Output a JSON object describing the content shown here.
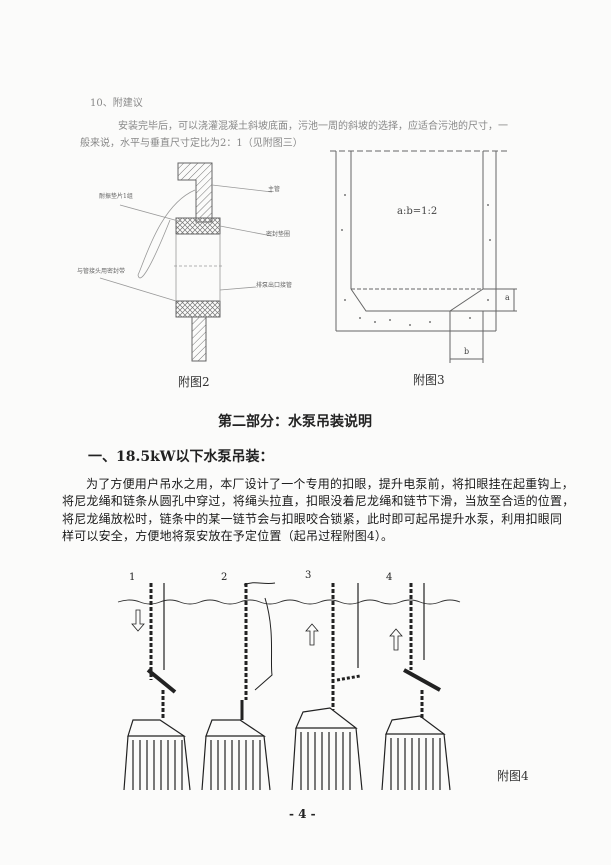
{
  "intro": {
    "heading": "10、附建议",
    "lines": [
      "安装完毕后，可以浇灌混凝土斜坡底面，污池一周的斜坡的选择，应适合污池的尺寸，一",
      "般来说，水平与垂直尺寸定比为2：1（见附图三）"
    ]
  },
  "figure2": {
    "labels": [
      "主管",
      "耐振垫片1组",
      "密封垫圈",
      "与管接头用密封带",
      "排泵出口接管"
    ],
    "caption": "附图2"
  },
  "figure3": {
    "ratio_label": "a:b=1:2",
    "dim_a": "a",
    "dim_b": "b",
    "caption": "附图3"
  },
  "section": {
    "title": "第二部分：水泵吊装说明",
    "subtitle": "一、18.5kW以下水泵吊装：",
    "lines": [
      "为了方便用户吊水之用，本厂设计了一个专用的扣眼，提升电泵前，将扣眼挂在起重钩上，",
      "将尼龙绳和链条从圆孔中穿过，将绳头拉直，扣眼没着尼龙绳和链节下滑，当放至合适的位置，",
      "将尼龙绳放松时，链条中的某一链节会与扣眼咬合锁紧，此时即可起吊提升水泵，利用扣眼同",
      "样可以安全，方便地将泵安放在予定位置（起吊过程附图4）。"
    ]
  },
  "figure4": {
    "steps": [
      "1",
      "2",
      "3",
      "4"
    ],
    "caption": "附图4"
  },
  "footer": {
    "page_number": "- 4 -"
  }
}
